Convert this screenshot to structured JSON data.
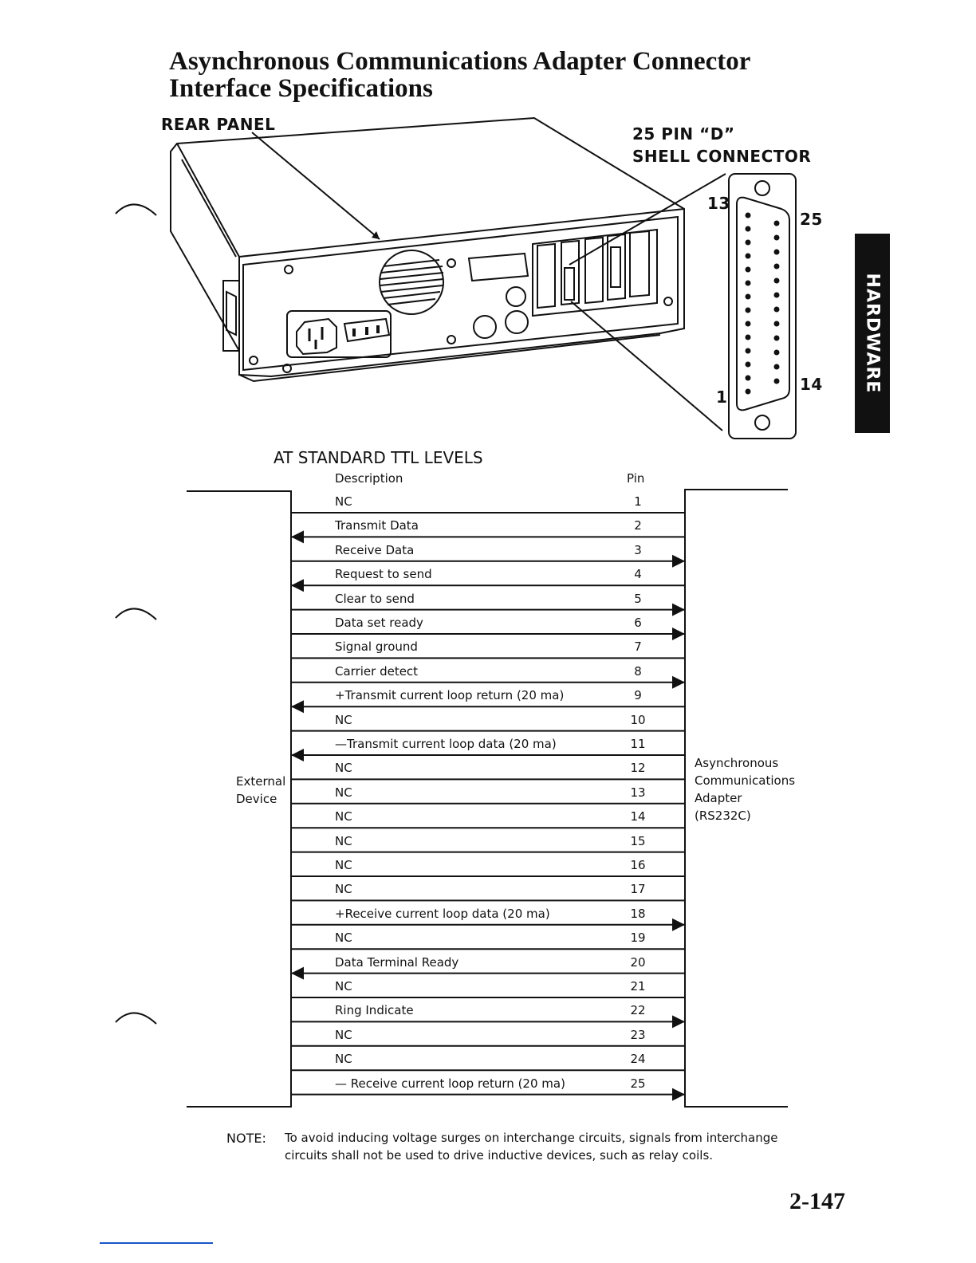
{
  "title_line1": "Asynchronous Communications Adapter Connector",
  "title_line2": "Interface Specifications",
  "rear_panel_label": "REAR PANEL",
  "connector_label_line1": "25 PIN “D”",
  "connector_label_line2": "SHELL CONNECTOR",
  "connector_pins": {
    "top_left": "13",
    "top_right": "25",
    "bottom_left": "1",
    "bottom_right": "14"
  },
  "side_tab": "HARDWARE",
  "levels_heading": "AT STANDARD TTL LEVELS",
  "table_headers": {
    "description": "Description",
    "pin": "Pin"
  },
  "external_device": {
    "line1": "External",
    "line2": "Device"
  },
  "adapter_label": {
    "line1": "Asynchronous",
    "line2": "Communications",
    "line3": "Adapter",
    "line4": "(RS232C)"
  },
  "signals": [
    {
      "desc": "NC",
      "pin": "1",
      "dir": "none"
    },
    {
      "desc": "Transmit Data",
      "pin": "2",
      "dir": "out"
    },
    {
      "desc": "Receive Data",
      "pin": "3",
      "dir": "in"
    },
    {
      "desc": "Request to send",
      "pin": "4",
      "dir": "out"
    },
    {
      "desc": "Clear to send",
      "pin": "5",
      "dir": "in"
    },
    {
      "desc": "Data set ready",
      "pin": "6",
      "dir": "in"
    },
    {
      "desc": "Signal ground",
      "pin": "7",
      "dir": "none"
    },
    {
      "desc": "Carrier detect",
      "pin": "8",
      "dir": "in"
    },
    {
      "desc": "+Transmit current loop return (20 ma)",
      "pin": "9",
      "dir": "out"
    },
    {
      "desc": "NC",
      "pin": "10",
      "dir": "none"
    },
    {
      "desc": "—Transmit current loop data (20 ma)",
      "pin": "11",
      "dir": "out"
    },
    {
      "desc": "NC",
      "pin": "12",
      "dir": "none"
    },
    {
      "desc": "NC",
      "pin": "13",
      "dir": "none"
    },
    {
      "desc": "NC",
      "pin": "14",
      "dir": "none"
    },
    {
      "desc": "NC",
      "pin": "15",
      "dir": "none"
    },
    {
      "desc": "NC",
      "pin": "16",
      "dir": "none"
    },
    {
      "desc": "NC",
      "pin": "17",
      "dir": "none"
    },
    {
      "desc": "+Receive current loop data (20 ma)",
      "pin": "18",
      "dir": "in"
    },
    {
      "desc": "NC",
      "pin": "19",
      "dir": "none"
    },
    {
      "desc": "Data Terminal Ready",
      "pin": "20",
      "dir": "out"
    },
    {
      "desc": "NC",
      "pin": "21",
      "dir": "none"
    },
    {
      "desc": "Ring Indicate",
      "pin": "22",
      "dir": "in"
    },
    {
      "desc": "NC",
      "pin": "23",
      "dir": "none"
    },
    {
      "desc": "NC",
      "pin": "24",
      "dir": "none"
    },
    {
      "desc": "— Receive current loop return (20 ma)",
      "pin": "25",
      "dir": "in"
    }
  ],
  "note_label": "NOTE:",
  "note_line1": "To avoid inducing voltage surges on interchange circuits, signals from interchange",
  "note_line2": "circuits shall not be used to drive inductive devices, such as relay coils.",
  "page_number": "2-147"
}
